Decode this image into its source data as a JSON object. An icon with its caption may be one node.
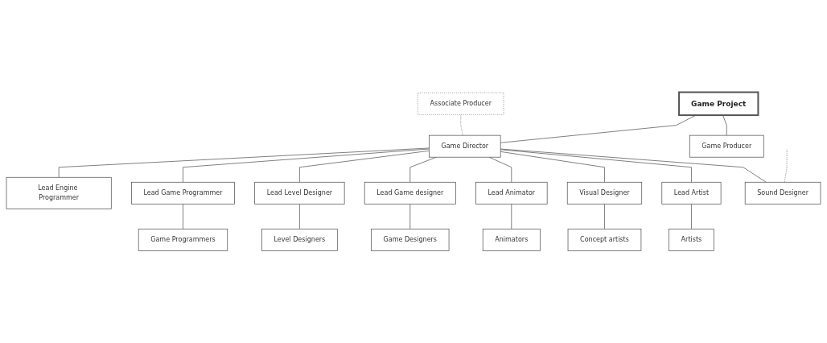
{
  "diagram": {
    "nodes": [
      {
        "text": [
          "Game Project"
        ]
      },
      {
        "text": [
          "Game Producer"
        ]
      },
      {
        "text": [
          "Game Director"
        ]
      },
      {
        "text": [
          "Associate Producer"
        ]
      },
      {
        "text": [
          "Sound Designer"
        ]
      },
      {
        "text": [
          "Lead Artist"
        ]
      },
      {
        "text": [
          "Visual Designer"
        ]
      },
      {
        "text": [
          "Lead Animator"
        ]
      },
      {
        "text": [
          "Lead Game designer"
        ]
      },
      {
        "text": [
          "Lead Level Designer"
        ]
      },
      {
        "text": [
          "Lead Game Programmer"
        ]
      },
      {
        "text": [
          "Lead Engine Programmer"
        ]
      },
      {
        "text": [
          "Artists"
        ]
      },
      {
        "text": [
          "Concept artists"
        ]
      },
      {
        "text": [
          "Animators"
        ]
      },
      {
        "text": [
          "Game Designers"
        ]
      },
      {
        "text": [
          "Level Designers"
        ]
      },
      {
        "text": [
          "Game Programmers"
        ]
      }
    ],
    "edges": [
      {
        "from": 0,
        "to": 1,
        "arrow": "none"
      },
      {
        "from": 0,
        "to": 2,
        "arrow": "none"
      },
      {
        "from": 2,
        "to": 4,
        "arrow": "none"
      },
      {
        "from": 2,
        "to": 5,
        "arrow": "none"
      },
      {
        "from": 2,
        "to": 6,
        "arrow": "none"
      },
      {
        "from": 2,
        "to": 7,
        "arrow": "none"
      },
      {
        "from": 2,
        "to": 8,
        "arrow": "none"
      },
      {
        "from": 2,
        "to": 9,
        "arrow": "none"
      },
      {
        "from": 2,
        "to": 10,
        "arrow": "none"
      },
      {
        "from": 2,
        "to": 11,
        "arrow": "none"
      },
      {
        "from": 3,
        "to": 2,
        "arrow": "none",
        "style": "dashed"
      },
      {
        "from": null,
        "to": 4,
        "arrow": "none",
        "style": "dashed"
      },
      {
        "from": 5,
        "to": 12,
        "arrow": "none"
      },
      {
        "from": 6,
        "to": 13,
        "arrow": "none"
      },
      {
        "from": 7,
        "to": 14,
        "arrow": "none"
      },
      {
        "from": 8,
        "to": 15,
        "arrow": "none"
      },
      {
        "from": 9,
        "to": 16,
        "arrow": "none"
      },
      {
        "from": 10,
        "to": 17,
        "arrow": "none"
      }
    ]
  }
}
